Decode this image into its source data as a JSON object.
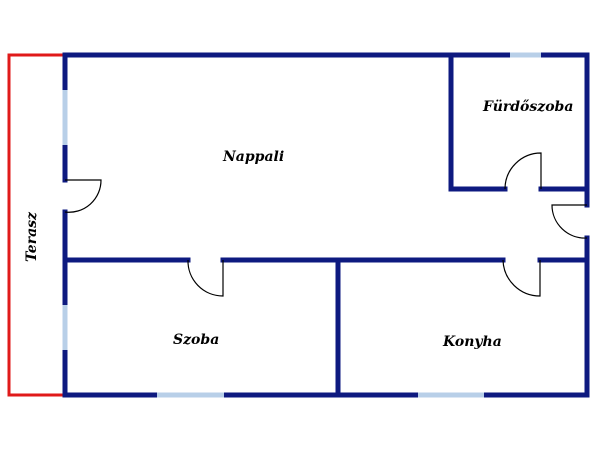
{
  "plan": {
    "rooms": {
      "nappali": "Nappali",
      "furdoszoba": "Fürdőszoba",
      "szoba": "Szoba",
      "konyha": "Konyha",
      "terasz": "Terasz"
    },
    "colors": {
      "wall": "#0e1a80",
      "window": "#b8cfe8",
      "terrace_outline": "#e01a1a",
      "door_swing": "#000000"
    }
  }
}
